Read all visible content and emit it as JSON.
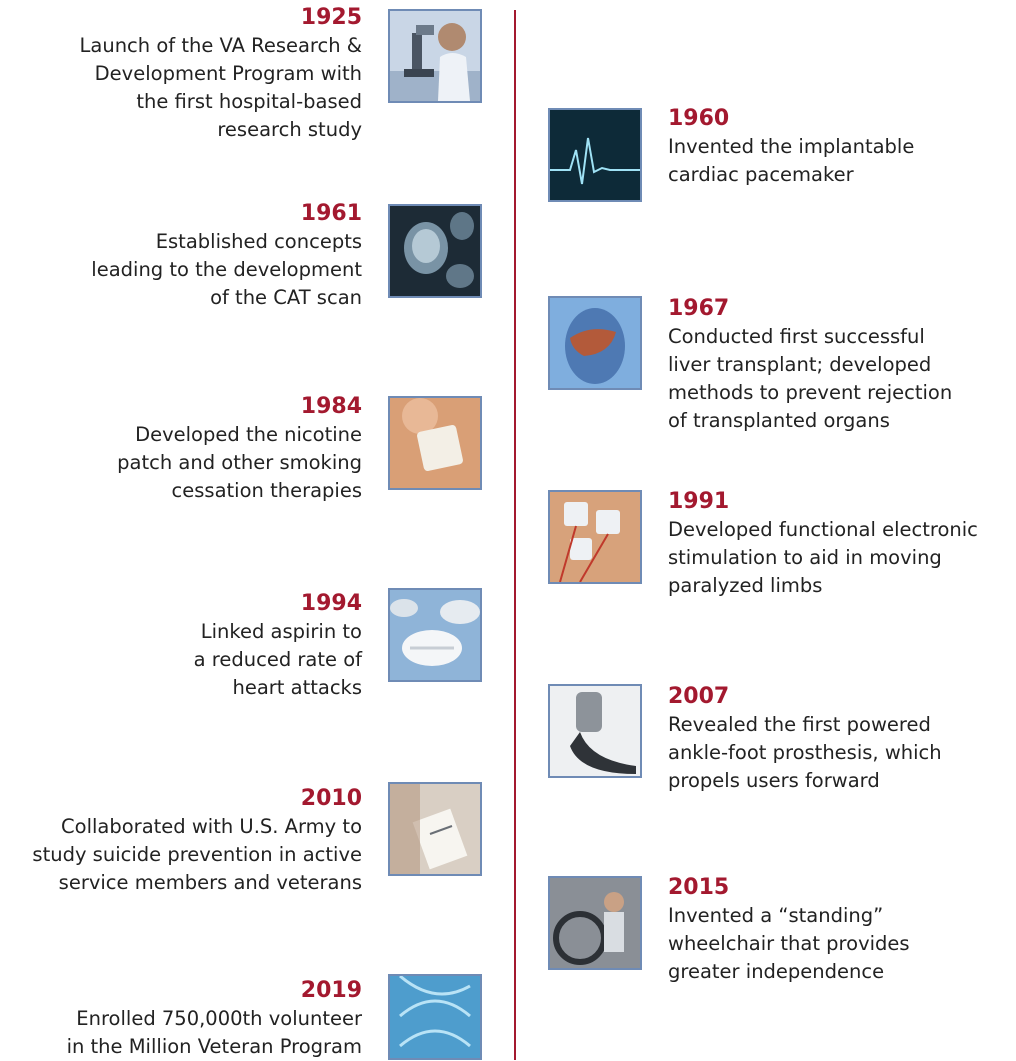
{
  "timeline": {
    "accent_color": "#a3192f",
    "frame_color": "#6f8bb5",
    "left": [
      {
        "year": "1925",
        "lines": [
          "Launch of the VA Research &",
          "Development Program with",
          "the first hospital-based",
          "research study"
        ],
        "icon": "microscope-researcher-photo"
      },
      {
        "year": "1961",
        "lines": [
          "Established concepts",
          "leading to the development",
          "of the CAT scan"
        ],
        "icon": "skull-scan-photo"
      },
      {
        "year": "1984",
        "lines": [
          "Developed the nicotine",
          "patch and other smoking",
          "cessation therapies"
        ],
        "icon": "nicotine-patch-photo"
      },
      {
        "year": "1994",
        "lines": [
          "Linked aspirin to",
          "a reduced rate of",
          "heart attacks"
        ],
        "icon": "aspirin-tablets-photo"
      },
      {
        "year": "2010",
        "lines": [
          "Collaborated with U.S. Army to",
          "study suicide prevention in active",
          "service members and veterans"
        ],
        "icon": "clipboard-consultation-photo"
      },
      {
        "year": "2019",
        "lines": [
          "Enrolled 750,000th volunteer",
          "in the Million Veteran Program"
        ],
        "icon": "dna-helix-photo"
      }
    ],
    "right": [
      {
        "year": "1960",
        "lines": [
          "Invented the implantable",
          "cardiac pacemaker"
        ],
        "icon": "heartbeat-monitor-photo"
      },
      {
        "year": "1967",
        "lines": [
          "Conducted first successful",
          "liver transplant; developed",
          "methods to prevent rejection",
          "of transplanted organs"
        ],
        "icon": "liver-anatomy-photo"
      },
      {
        "year": "1991",
        "lines": [
          "Developed functional electronic",
          "stimulation to aid in moving",
          "paralyzed limbs"
        ],
        "icon": "electrode-pads-photo"
      },
      {
        "year": "2007",
        "lines": [
          "Revealed the first powered",
          "ankle-foot prosthesis, which",
          "propels users forward"
        ],
        "icon": "ankle-prosthesis-photo"
      },
      {
        "year": "2015",
        "lines": [
          "Invented a “standing”",
          "wheelchair that provides",
          "greater independence"
        ],
        "icon": "standing-wheelchair-photo"
      }
    ]
  }
}
